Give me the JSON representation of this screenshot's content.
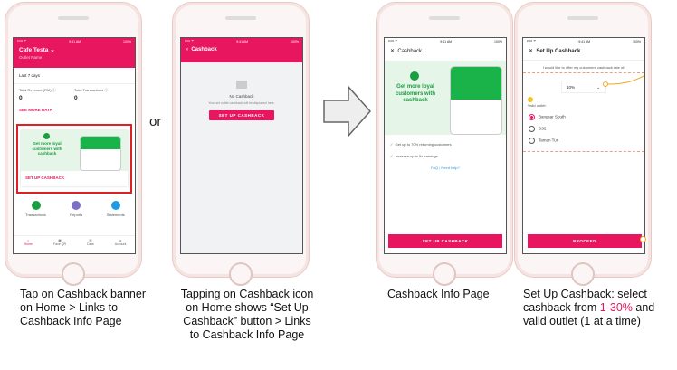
{
  "connector": {
    "or": "or"
  },
  "phone1": {
    "status": {
      "carrier": "••••• ᯤ",
      "time": "9:41 AM",
      "battery": "100%"
    },
    "merchant": "Cafe Testa",
    "outlet": "Outlet Name",
    "period": "Last 7 days",
    "revenue_label": "Total Revenue (RM)",
    "revenue_value": "0",
    "transactions_label": "Total Transactions",
    "transactions_value": "0",
    "see_more": "SEE MORE DATA",
    "banner_text": "Get more loyal customers with cashback",
    "banner_cta": "SET UP CASHBACK",
    "shortcuts": [
      "Transactions",
      "Reports",
      "Statements"
    ],
    "tabs": [
      "Home",
      "Fave QR",
      "Data",
      "Account"
    ]
  },
  "phone2": {
    "status": {
      "carrier": "••••• ᯤ",
      "time": "9:41 AM",
      "battery": "100%"
    },
    "title": "Cashback",
    "empty_title": "No Cashback",
    "empty_text": "Your set outlet cashback will be displayed here.",
    "cta": "SET UP CASHBACK"
  },
  "phone3": {
    "status": {
      "carrier": "••••• ᯤ",
      "time": "9:41 AM",
      "battery": "100%"
    },
    "title": "Cashback",
    "hero": "Get more loyal customers with cashback",
    "benefits": [
      "Get up to 70% returning customers",
      "Increase up to 5x earnings"
    ],
    "faq": "FAQ",
    "separator": "|",
    "help": "Need help?",
    "cta": "SET UP CASHBACK"
  },
  "phone4": {
    "status": {
      "carrier": "••••• ᯤ",
      "time": "9:41 AM",
      "battery": "100%"
    },
    "title": "Set Up Cashback",
    "prompt": "I would like to offer my customers cashback rate of:",
    "rate": "10%",
    "valid_label": "Valid outlet:",
    "outlets": [
      "Bangsar South",
      "SS2",
      "Taman Tun"
    ],
    "selected_outlet": "Bangsar South",
    "cta": "PROCEED"
  },
  "captions": {
    "c1": "Tap on Cashback banner on Home > Links to Cashback Info Page",
    "c2": "Tapping on Cashback icon on Home shows “Set Up Cashback” button > Links to Cashback Info Page",
    "c3": "Cashback Info Page",
    "c4_pre": "Set Up Cashback: select cashback from ",
    "c4_hl": "1-30%",
    "c4_post": " and valid outlet (1 at a time)"
  },
  "colors": {
    "brand": "#e8165f",
    "green": "#1a9e3f",
    "highlight_box": "#e02020"
  }
}
